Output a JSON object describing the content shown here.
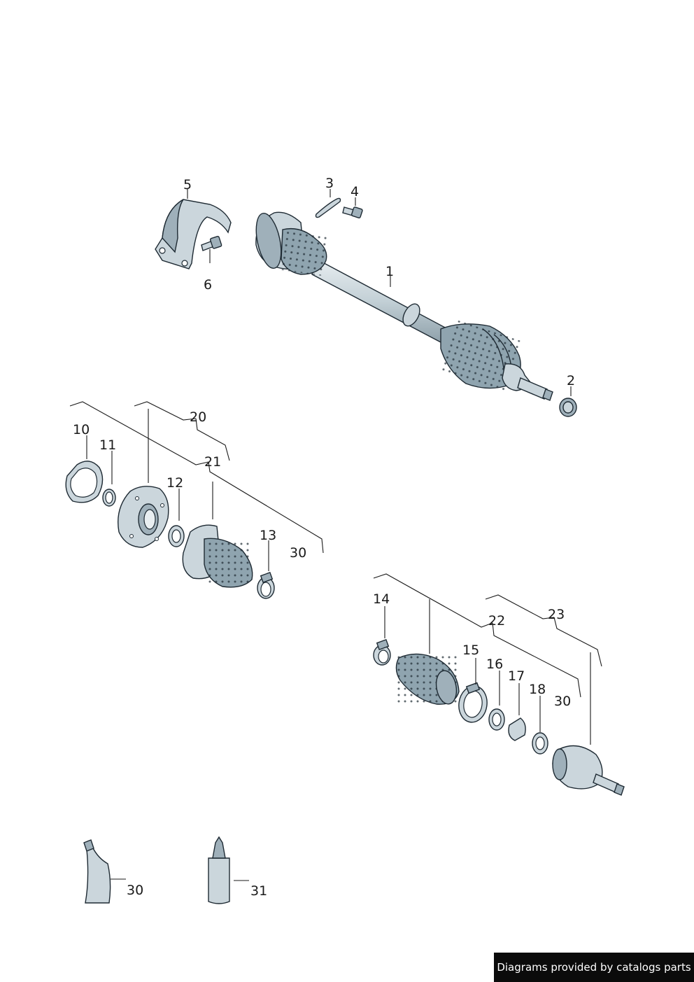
{
  "callouts": {
    "c1": "1",
    "c2": "2",
    "c3": "3",
    "c4": "4",
    "c5": "5",
    "c6": "6",
    "c10": "10",
    "c11": "11",
    "c12": "12",
    "c13": "13",
    "c14": "14",
    "c15": "15",
    "c16": "16",
    "c17": "17",
    "c18": "18",
    "c20": "20",
    "c21": "21",
    "c22": "22",
    "c23": "23",
    "c30a": "30",
    "c30b": "30",
    "c30c": "30",
    "c31": "31"
  },
  "credit": "Diagrams provided by catalogs parts"
}
